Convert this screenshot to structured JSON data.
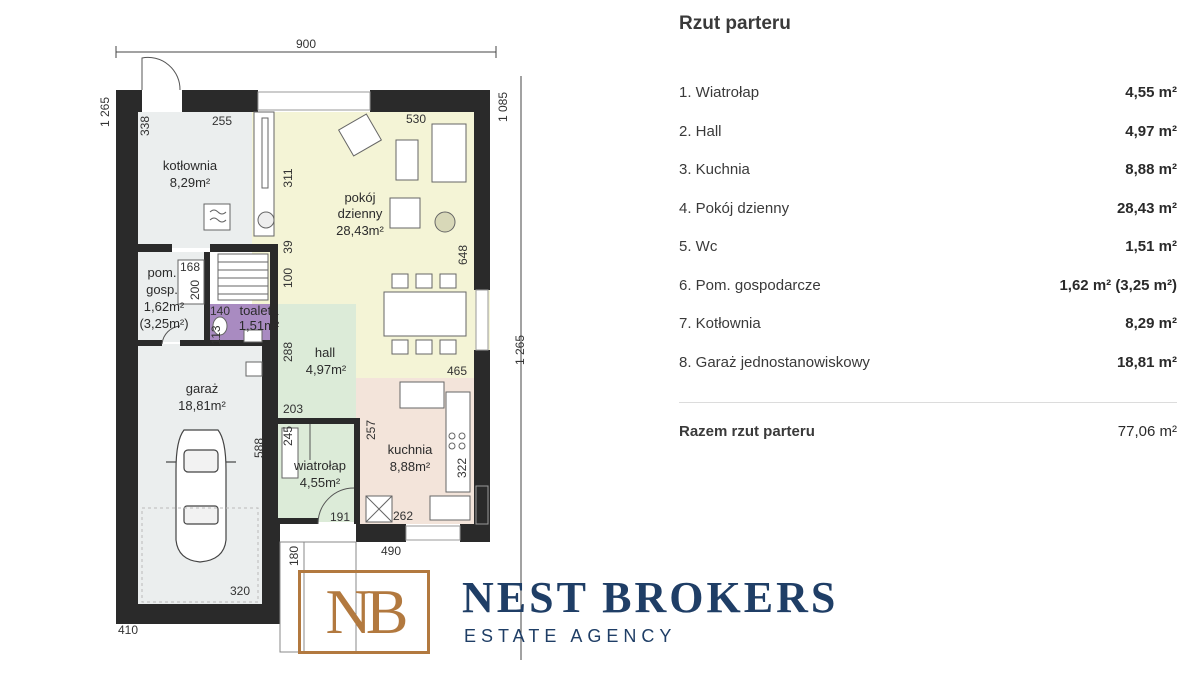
{
  "plan": {
    "rooms": [
      {
        "id": "kotlownia",
        "name": "kotłownia",
        "area": "8,29m²"
      },
      {
        "id": "pokoj",
        "name": "pokój",
        "name2": "dzienny",
        "area": "28,43m²"
      },
      {
        "id": "pomgosp",
        "name": "pom.",
        "name2": "gosp.",
        "area": "1,62m²",
        "area2": "(3,25m²)"
      },
      {
        "id": "toaleta",
        "name": "toaleta",
        "area": "1,51m²"
      },
      {
        "id": "hall",
        "name": "hall",
        "area": "4,97m²"
      },
      {
        "id": "garaz",
        "name": "garaż",
        "area": "18,81m²"
      },
      {
        "id": "wiatrolap",
        "name": "wiatrołap",
        "area": "4,55m²"
      },
      {
        "id": "kuchnia",
        "name": "kuchnia",
        "area": "8,88m²"
      }
    ],
    "dimensions": {
      "d900": "900",
      "d1265_left": "1 265",
      "d1085": "1 085",
      "d1265_right": "1 265",
      "d338": "338",
      "d255": "255",
      "d530": "530",
      "d311": "311",
      "d39": "39",
      "d648": "648",
      "d100": "100",
      "d168": "168",
      "d200": "200",
      "d140": "140",
      "d113": "113",
      "d288": "288",
      "d465": "465",
      "d203": "203",
      "d245": "245",
      "d257": "257",
      "d588": "588",
      "d322": "322",
      "d191": "191",
      "d262": "262",
      "d180": "180",
      "d490": "490",
      "d320": "320",
      "d410": "410"
    }
  },
  "table": {
    "title": "Rzut parteru",
    "rows": [
      {
        "name": "1. Wiatrołap",
        "area": "4,55 m²"
      },
      {
        "name": "2. Hall",
        "area": "4,97 m²"
      },
      {
        "name": "3. Kuchnia",
        "area": "8,88 m²"
      },
      {
        "name": "4. Pokój dzienny",
        "area": "28,43 m²"
      },
      {
        "name": "5. Wc",
        "area": "1,51 m²"
      },
      {
        "name": "6. Pom. gospodarcze",
        "area": "1,62 m² (3,25 m²)"
      },
      {
        "name": "7. Kotłownia",
        "area": "8,29 m²"
      },
      {
        "name": "8. Garaż jednostanowiskowy",
        "area": "18,81 m²"
      }
    ],
    "total": {
      "name": "Razem rzut parteru",
      "area": "77,06 m²"
    }
  },
  "logo": {
    "mark": "NB",
    "brand": "NEST BROKERS",
    "tagline": "ESTATE AGENCY"
  },
  "colors": {
    "wall": "#2a2a2a",
    "living": "#f4f4d6",
    "hall": "#dcebd8",
    "kitchen": "#f3e4da",
    "garage": "#ebeeee",
    "boiler": "#ebeeee",
    "toilet": "#a98bc1",
    "logo_gold": "#b2793f",
    "logo_navy": "#1f3e66"
  }
}
